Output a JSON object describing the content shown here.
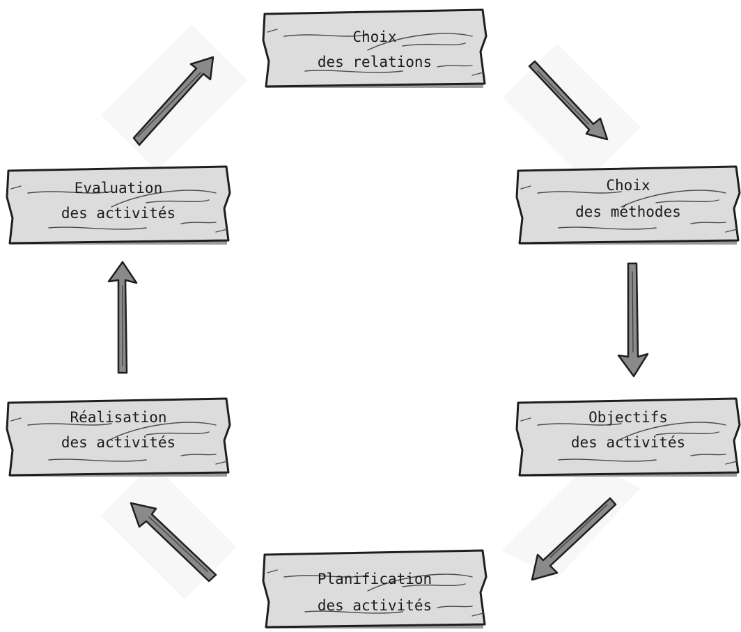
{
  "diagram": {
    "nodes": [
      {
        "id": "choix-relations",
        "line1": "Choix",
        "line2": "des relations"
      },
      {
        "id": "choix-methodes",
        "line1": "Choix",
        "line2": "des méthodes"
      },
      {
        "id": "objectifs-activites",
        "line1": "Objectifs",
        "line2": "des activités"
      },
      {
        "id": "planification-activites",
        "line1": "Planification",
        "line2": "des activités"
      },
      {
        "id": "realisation-activites",
        "line1": "Réalisation",
        "line2": "des activités"
      },
      {
        "id": "evaluation-activites",
        "line1": "Evaluation",
        "line2": "des activités"
      }
    ],
    "edges": [
      {
        "from": "choix-relations",
        "to": "choix-methodes"
      },
      {
        "from": "choix-methodes",
        "to": "objectifs-activites"
      },
      {
        "from": "objectifs-activites",
        "to": "planification-activites"
      },
      {
        "from": "planification-activites",
        "to": "realisation-activites"
      },
      {
        "from": "realisation-activites",
        "to": "evaluation-activites"
      },
      {
        "from": "evaluation-activites",
        "to": "choix-relations"
      }
    ],
    "colors": {
      "plank": "#dcdcdc",
      "stick": "#8a8a8a",
      "ink": "#1e1e1e"
    }
  }
}
